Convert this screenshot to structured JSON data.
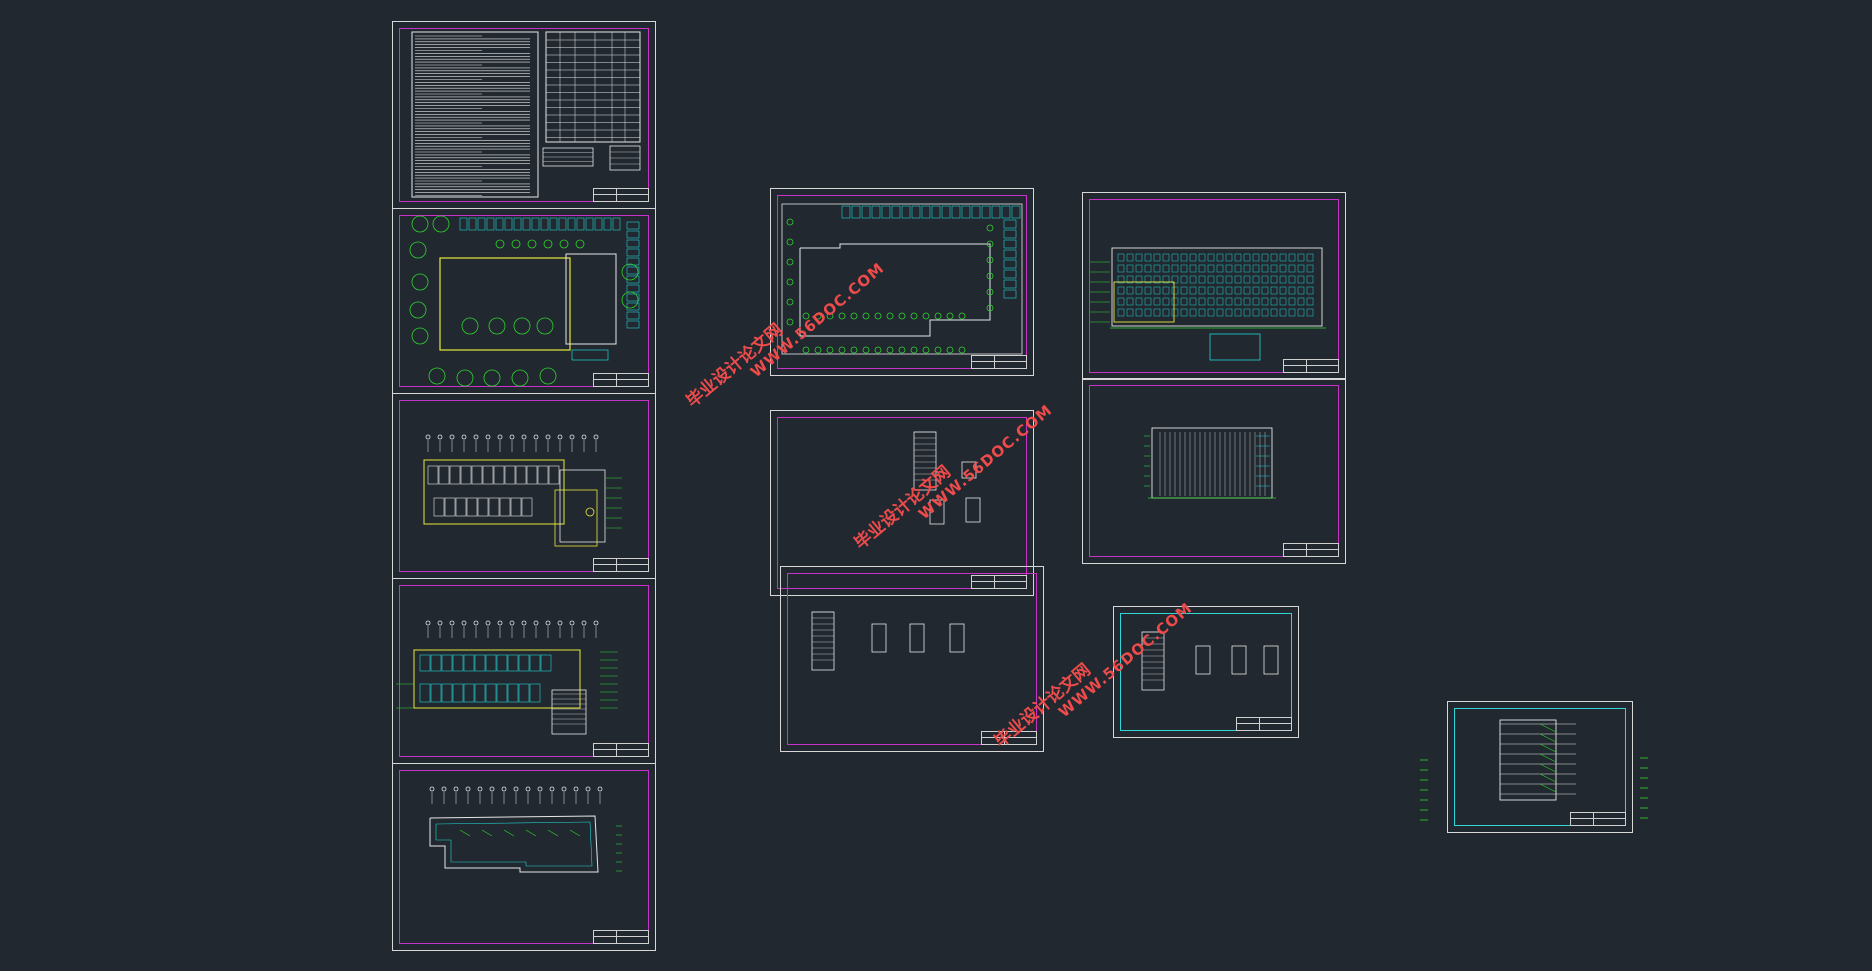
{
  "viewport": {
    "background": "#212830"
  },
  "colors": {
    "sheet_border": "#d7d7d7",
    "sheet_inner": "#c832c8",
    "sheet_inner_alt": "#33d6d6",
    "cad_white": "#e6e6e6",
    "cad_cyan": "#22d3d3",
    "cad_green": "#2ed52e",
    "cad_yellow": "#e8e83a",
    "cad_magenta": "#e040e0",
    "watermark": "#ee4b4b"
  },
  "watermarks": [
    {
      "cn": "毕业设计论文网",
      "url": "WWW.56DOC.COM"
    },
    {
      "cn": "毕业设计论文网",
      "url": "WWW.56DOC.COM"
    },
    {
      "cn": "毕业设计论文网",
      "url": "WWW.56DOC.COM"
    }
  ],
  "sheets": [
    {
      "id": "design-notes",
      "icon": "text-notes-icon"
    },
    {
      "id": "site-plan",
      "icon": "tree-icon"
    },
    {
      "id": "floor-plan-1",
      "icon": "floor-plan-icon"
    },
    {
      "id": "floor-plan-2",
      "icon": "floor-plan-icon"
    },
    {
      "id": "roof-plan",
      "icon": "roof-plan-icon"
    },
    {
      "id": "general-plan",
      "icon": "site-icon"
    },
    {
      "id": "front-elevation",
      "icon": "elevation-icon"
    },
    {
      "id": "side-elevation",
      "icon": "elevation-icon"
    },
    {
      "id": "details-a",
      "icon": "detail-icon"
    },
    {
      "id": "details-b",
      "icon": "detail-icon"
    },
    {
      "id": "details-c",
      "icon": "detail-icon"
    },
    {
      "id": "section",
      "icon": "section-icon"
    }
  ]
}
